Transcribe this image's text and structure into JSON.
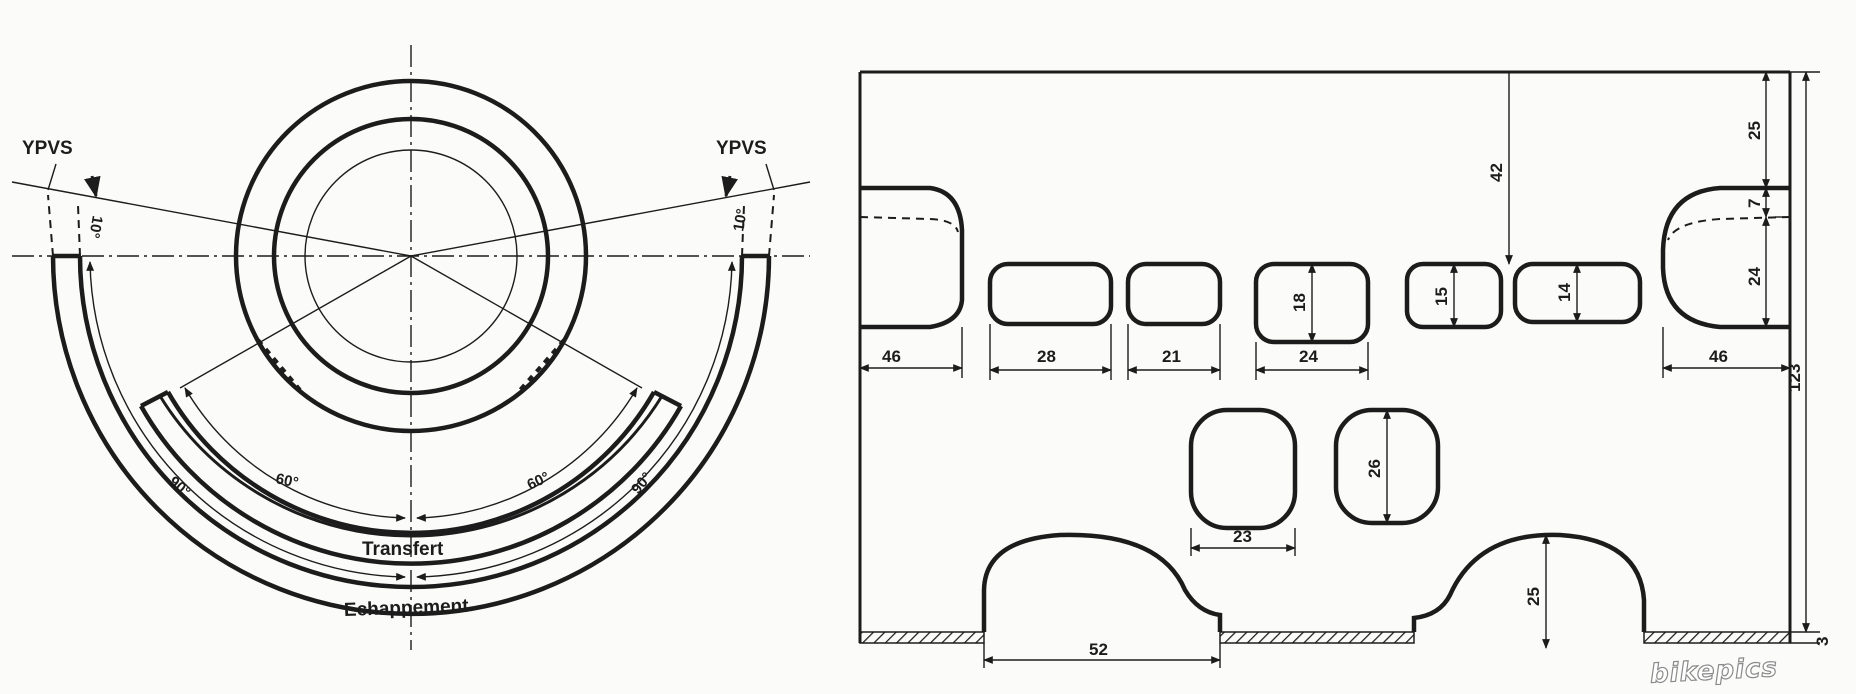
{
  "left_view": {
    "label_left": "YPVS",
    "label_right": "YPVS",
    "angle_ypvs_left": "10°",
    "angle_ypvs_right": "10°",
    "angle_transfer_left": "60°",
    "angle_transfer_right": "60°",
    "angle_exhaust_left": "90°",
    "angle_exhaust_right": "90°",
    "label_transfer": "Transfert",
    "label_exhaust": "Echappement"
  },
  "right_view": {
    "port_widths": [
      "46",
      "28",
      "21",
      "24",
      "46"
    ],
    "port_heights": [
      "18",
      "15",
      "14"
    ],
    "dim_top_42": "42",
    "right_stack": [
      "25",
      "7",
      "24",
      "123",
      "3"
    ],
    "lower_ports": {
      "height": "26",
      "width": "23"
    },
    "exhaust": {
      "width": "52",
      "height": "25"
    }
  },
  "watermark": "bikepics"
}
